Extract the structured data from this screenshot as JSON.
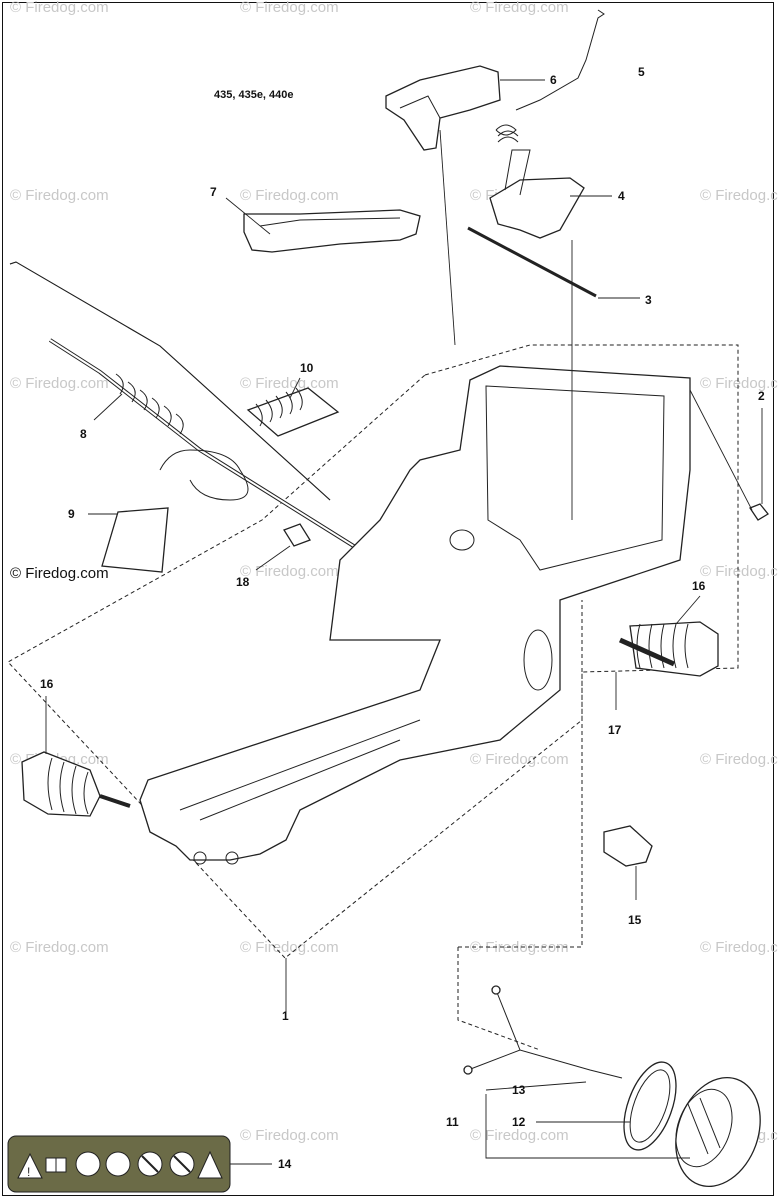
{
  "models": "435, 435e, 440e",
  "watermark": "© Firedog.com",
  "callouts": [
    "1",
    "2",
    "3",
    "4",
    "5",
    "6",
    "7",
    "8",
    "9",
    "10",
    "11",
    "12",
    "13",
    "14",
    "15",
    "16",
    "16",
    "17",
    "18"
  ],
  "decal": {
    "icons": [
      "warning-triangle-icon",
      "manual-book-icon",
      "ear-protection-icon",
      "eye-protection-icon",
      "no-one-hand-icon",
      "no-kickback-icon",
      "fire-hazard-icon"
    ]
  }
}
